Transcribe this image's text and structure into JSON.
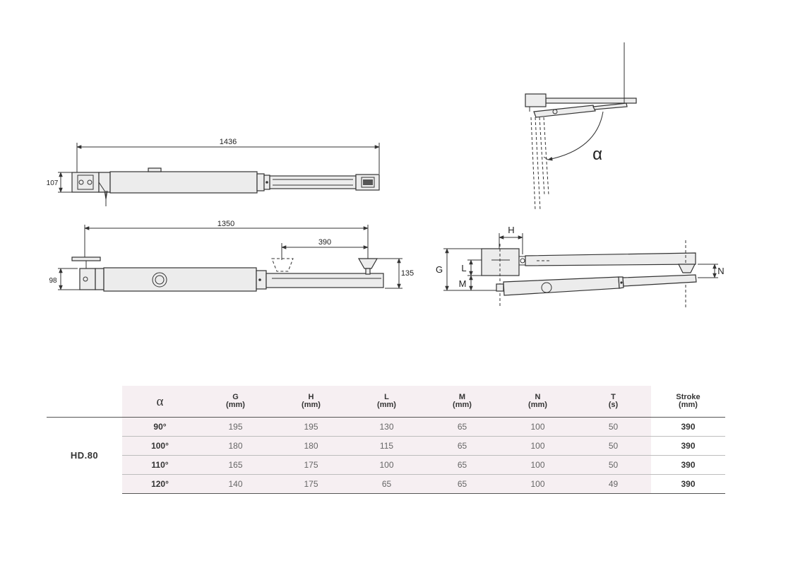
{
  "drawing": {
    "dim_top_length": "1436",
    "dim_top_height": "107",
    "dim_side_length": "1350",
    "dim_side_stroke": "390",
    "dim_side_left_height": "98",
    "dim_side_right_height": "135",
    "label_alpha": "α",
    "label_g": "G",
    "label_h": "H",
    "label_l": "L",
    "label_m": "M",
    "label_n": "N"
  },
  "table": {
    "headers": [
      {
        "symbol": "α",
        "unit": ""
      },
      {
        "symbol": "G",
        "unit": "(mm)"
      },
      {
        "symbol": "H",
        "unit": "(mm)"
      },
      {
        "symbol": "L",
        "unit": "(mm)"
      },
      {
        "symbol": "M",
        "unit": "(mm)"
      },
      {
        "symbol": "N",
        "unit": "(mm)"
      },
      {
        "symbol": "T",
        "unit": "(s)"
      },
      {
        "symbol": "Stroke",
        "unit": "(mm)"
      }
    ],
    "model": "HD.80",
    "rows": [
      {
        "angle": "90°",
        "g": "195",
        "h": "195",
        "l": "130",
        "m": "65",
        "n": "100",
        "t": "50",
        "stroke": "390"
      },
      {
        "angle": "100°",
        "g": "180",
        "h": "180",
        "l": "115",
        "m": "65",
        "n": "100",
        "t": "50",
        "stroke": "390"
      },
      {
        "angle": "110°",
        "g": "165",
        "h": "175",
        "l": "100",
        "m": "65",
        "n": "100",
        "t": "50",
        "stroke": "390"
      },
      {
        "angle": "120°",
        "g": "140",
        "h": "175",
        "l": "65",
        "m": "65",
        "n": "100",
        "t": "49",
        "stroke": "390"
      }
    ]
  }
}
